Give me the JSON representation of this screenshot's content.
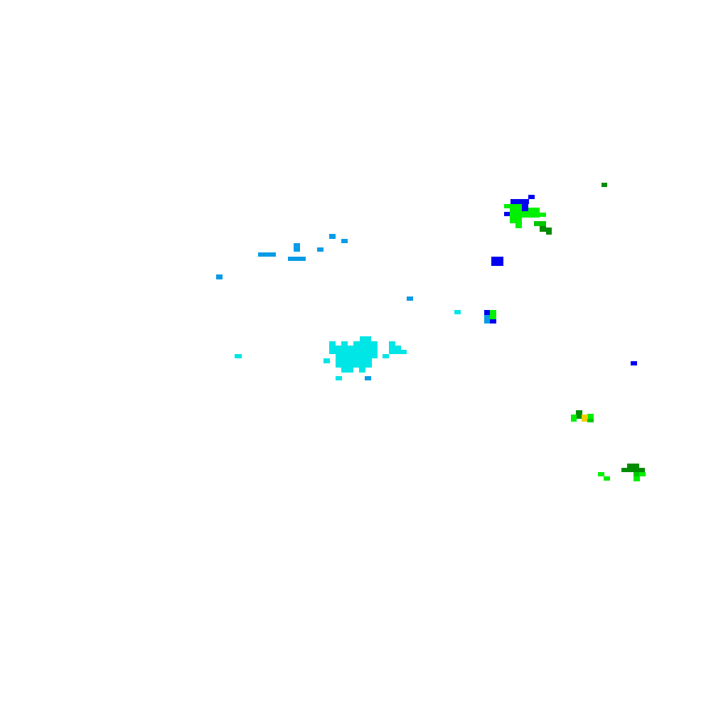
{
  "colors": {
    "cyan": "#00e5e5",
    "light_blue": "#0a9be6",
    "blue": "#0000f0",
    "bright_green": "#00f000",
    "green": "#00c800",
    "dark_green": "#008c00",
    "yellow": "#f0d000"
  },
  "cells": [
    {
      "c": "dark_green",
      "r": [
        [
          846,
          257,
          8,
          6
        ]
      ]
    },
    {
      "c": "blue",
      "r": [
        [
          743,
          274,
          9,
          6
        ],
        [
          718,
          280,
          26,
          7
        ],
        [
          734,
          287,
          9,
          10
        ],
        [
          709,
          298,
          9,
          6
        ]
      ]
    },
    {
      "c": "bright_green",
      "r": [
        [
          709,
          287,
          8,
          6
        ],
        [
          717,
          287,
          17,
          10
        ],
        [
          717,
          297,
          26,
          9
        ],
        [
          717,
          306,
          17,
          8
        ],
        [
          725,
          314,
          9,
          7
        ],
        [
          743,
          292,
          16,
          14
        ],
        [
          759,
          299,
          9,
          6
        ]
      ]
    },
    {
      "c": "green",
      "r": [
        [
          751,
          311,
          17,
          7
        ]
      ]
    },
    {
      "c": "dark_green",
      "r": [
        [
          759,
          318,
          9,
          8
        ],
        [
          768,
          320,
          8,
          10
        ]
      ]
    },
    {
      "c": "light_blue",
      "r": [
        [
          463,
          329,
          9,
          7
        ],
        [
          480,
          336,
          9,
          6
        ],
        [
          413,
          342,
          9,
          12
        ],
        [
          446,
          348,
          9,
          6
        ],
        [
          363,
          355,
          25,
          6
        ],
        [
          405,
          361,
          25,
          6
        ],
        [
          304,
          386,
          9,
          7
        ],
        [
          572,
          417,
          9,
          6
        ]
      ]
    },
    {
      "c": "blue",
      "r": [
        [
          691,
          361,
          17,
          13
        ]
      ]
    },
    {
      "c": "cyan",
      "r": [
        [
          639,
          436,
          9,
          6
        ]
      ]
    },
    {
      "c": "blue",
      "r": [
        [
          681,
          436,
          9,
          7
        ],
        [
          689,
          449,
          9,
          6
        ]
      ]
    },
    {
      "c": "bright_green",
      "r": [
        [
          689,
          436,
          9,
          13
        ]
      ]
    },
    {
      "c": "light_blue",
      "r": [
        [
          681,
          443,
          8,
          12
        ]
      ]
    },
    {
      "c": "cyan",
      "r": [
        [
          506,
          473,
          16,
          7
        ],
        [
          463,
          480,
          9,
          6
        ],
        [
          480,
          480,
          9,
          6
        ],
        [
          497,
          480,
          34,
          6
        ],
        [
          463,
          486,
          68,
          6
        ],
        [
          547,
          480,
          9,
          6
        ],
        [
          547,
          486,
          17,
          6
        ],
        [
          547,
          492,
          25,
          6
        ],
        [
          463,
          492,
          68,
          6
        ],
        [
          538,
          498,
          9,
          6
        ],
        [
          330,
          498,
          10,
          6
        ],
        [
          472,
          498,
          59,
          6
        ],
        [
          455,
          504,
          9,
          7
        ],
        [
          472,
          504,
          51,
          7
        ],
        [
          472,
          511,
          51,
          6
        ],
        [
          480,
          517,
          17,
          7
        ],
        [
          505,
          517,
          9,
          7
        ],
        [
          472,
          529,
          9,
          6
        ]
      ]
    },
    {
      "c": "light_blue",
      "r": [
        [
          513,
          529,
          9,
          6
        ]
      ]
    },
    {
      "c": "blue",
      "r": [
        [
          887,
          508,
          9,
          6
        ]
      ]
    },
    {
      "c": "dark_green",
      "r": [
        [
          810,
          577,
          9,
          6
        ],
        [
          810,
          583,
          9,
          6
        ]
      ]
    },
    {
      "c": "bright_green",
      "r": [
        [
          803,
          583,
          8,
          10
        ],
        [
          826,
          582,
          9,
          7
        ]
      ]
    },
    {
      "c": "yellow",
      "r": [
        [
          818,
          583,
          9,
          10
        ]
      ]
    },
    {
      "c": "green",
      "r": [
        [
          826,
          589,
          9,
          5
        ]
      ]
    },
    {
      "c": "dark_green",
      "r": [
        [
          882,
          652,
          17,
          6
        ],
        [
          874,
          658,
          33,
          6
        ]
      ]
    },
    {
      "c": "bright_green",
      "r": [
        [
          841,
          664,
          9,
          6
        ],
        [
          849,
          670,
          9,
          6
        ],
        [
          891,
          664,
          17,
          6
        ],
        [
          891,
          670,
          9,
          7
        ]
      ]
    },
    {
      "c": "green",
      "r": [
        [
          891,
          664,
          8,
          6
        ]
      ]
    }
  ]
}
